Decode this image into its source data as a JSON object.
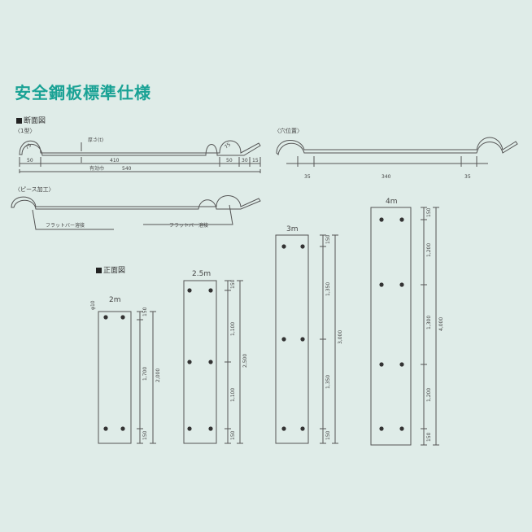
{
  "title": "安全鋼板標準仕様",
  "section": {
    "cross": "断面図",
    "front": "正面図"
  },
  "cross": {
    "type1": "〈1型〉",
    "holes": "〈穴位置〉",
    "piece": "〈ピース加工〉",
    "radius": "75",
    "thickness": "厚さ(t)",
    "dim_50a": "50",
    "dim_410": "410",
    "dim_50b": "50",
    "dim_30": "30",
    "dim_15": "15",
    "effective": "有効巾",
    "dim_540": "540",
    "hole_35a": "35",
    "hole_340": "340",
    "hole_35b": "35",
    "flatbar1": "フラットバー溶接",
    "flatbar2": "フラットバー溶接"
  },
  "panels": [
    {
      "id": "2m",
      "label": "2m",
      "total": "2,000",
      "segments": [
        "150",
        "1,700",
        "150"
      ],
      "hole_d": "φ10"
    },
    {
      "id": "25m",
      "label": "2.5m",
      "total": "2,500",
      "segments": [
        "150",
        "1,100",
        "1,100",
        "150"
      ]
    },
    {
      "id": "3m",
      "label": "3m",
      "total": "3,000",
      "segments": [
        "150",
        "1,350",
        "1,350",
        "150"
      ]
    },
    {
      "id": "4m",
      "label": "4m",
      "total": "4,000",
      "segments": [
        "150",
        "1,200",
        "1,300",
        "1,200",
        "150"
      ]
    }
  ]
}
